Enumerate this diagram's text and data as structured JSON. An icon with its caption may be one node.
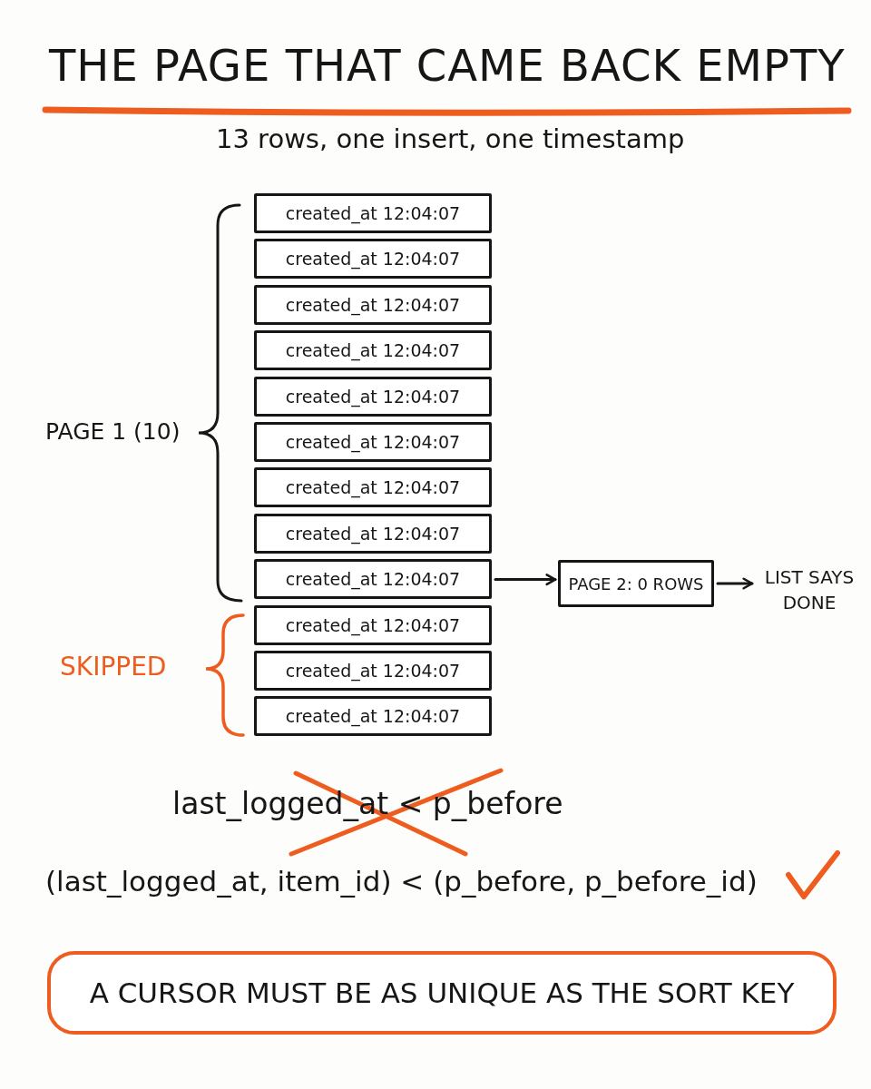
{
  "diagram": {
    "title": "THE PAGE THAT CAME BACK EMPTY",
    "nodes": [
      {
        "text": [
          "created_at 12:04:07"
        ]
      },
      {
        "text": [
          "created_at 12:04:07"
        ]
      },
      {
        "text": [
          "created_at 12:04:07"
        ]
      },
      {
        "text": [
          "created_at 12:04:07"
        ]
      },
      {
        "text": [
          "created_at 12:04:07"
        ]
      },
      {
        "text": [
          "created_at 12:04:07"
        ]
      },
      {
        "text": [
          "created_at 12:04:07"
        ]
      },
      {
        "text": [
          "created_at 12:04:07"
        ]
      },
      {
        "text": [
          "created_at 12:04:07"
        ]
      },
      {
        "text": [
          "created_at 12:04:07"
        ]
      },
      {
        "text": [
          "created_at 12:04:07"
        ]
      },
      {
        "text": [
          "created_at 12:04:07"
        ]
      },
      {
        "text": [
          "PAGE 2: 0 ROWS"
        ]
      },
      {
        "text": [
          "LIST SAYS DONE"
        ]
      },
      {
        "text": [
          "A CURSOR MUST BE AS UNIQUE AS THE SORT KEY"
        ]
      }
    ],
    "edges": [
      {
        "from": 8,
        "to": 12,
        "arrow": "to"
      },
      {
        "from": 12,
        "to": 13,
        "arrow": "to"
      }
    ],
    "labels": [
      "13 rows, one insert, one timestamp",
      "PAGE 1 (10)",
      "SKIPPED",
      "last_logged_at < p_before",
      "(last_logged_at, item_id) < (p_before, p_before_id)"
    ]
  }
}
